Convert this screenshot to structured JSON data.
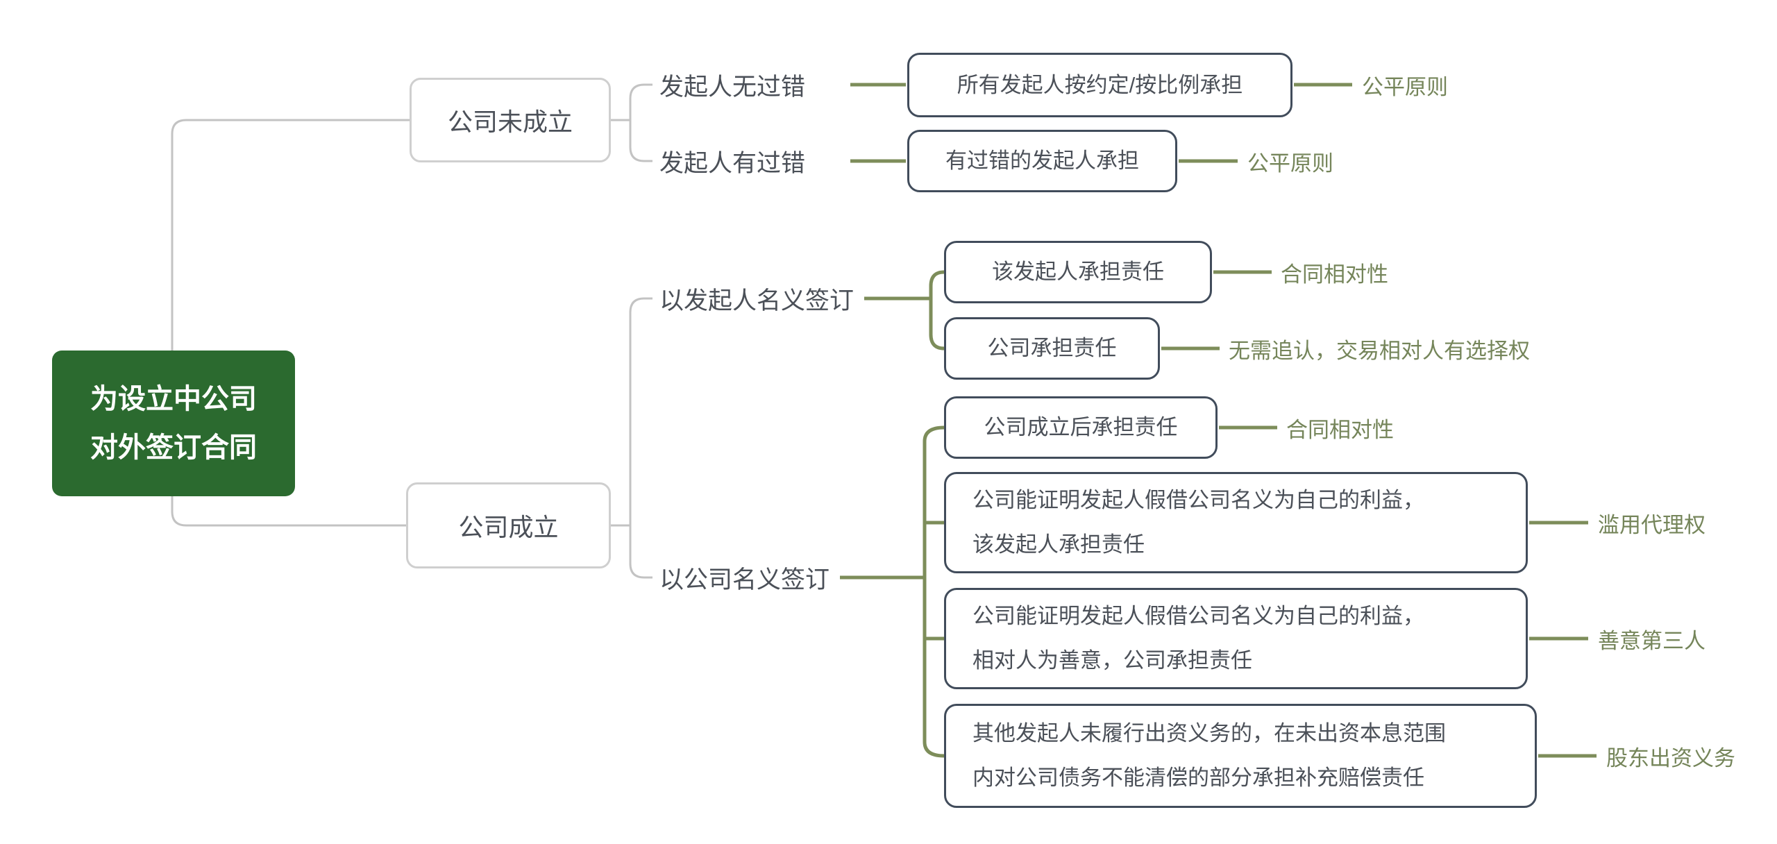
{
  "colors": {
    "root_bg": "#2b6a2f",
    "root_text": "#ffffff",
    "outcome_box_border": "#414c5b",
    "level1_box_border": "#cfcfcf",
    "connector_gray": "#c3c3c3",
    "connector_olive": "#7d8d5a",
    "leaf_text": "#75855a",
    "node_text": "#4b5058"
  },
  "mindmap": {
    "root": {
      "lines": [
        "为设立中公司",
        "对外签订合同"
      ]
    },
    "branches": [
      {
        "label": "公司未成立",
        "children": [
          {
            "label": "发起人无过错",
            "box_lines": [
              "所有发起人按约定/按比例承担"
            ],
            "principle": "公平原则"
          },
          {
            "label": "发起人有过错",
            "box_lines": [
              "有过错的发起人承担"
            ],
            "principle": "公平原则"
          }
        ]
      },
      {
        "label": "公司成立",
        "children": [
          {
            "label": "以发起人名义签订",
            "children": [
              {
                "box_lines": [
                  "该发起人承担责任"
                ],
                "principle": "合同相对性"
              },
              {
                "box_lines": [
                  "公司承担责任"
                ],
                "principle": "无需追认，交易相对人有选择权"
              }
            ]
          },
          {
            "label": "以公司名义签订",
            "children": [
              {
                "box_lines": [
                  "公司成立后承担责任"
                ],
                "principle": "合同相对性"
              },
              {
                "box_lines": [
                  "公司能证明发起人假借公司名义为自己的利益，",
                  "该发起人承担责任"
                ],
                "principle": "滥用代理权"
              },
              {
                "box_lines": [
                  "公司能证明发起人假借公司名义为自己的利益，",
                  "相对人为善意，公司承担责任"
                ],
                "principle": "善意第三人"
              },
              {
                "box_lines": [
                  "其他发起人未履行出资义务的，在未出资本息范围",
                  "内对公司债务不能清偿的部分承担补充赔偿责任"
                ],
                "principle": "股东出资义务"
              }
            ]
          }
        ]
      }
    ]
  }
}
